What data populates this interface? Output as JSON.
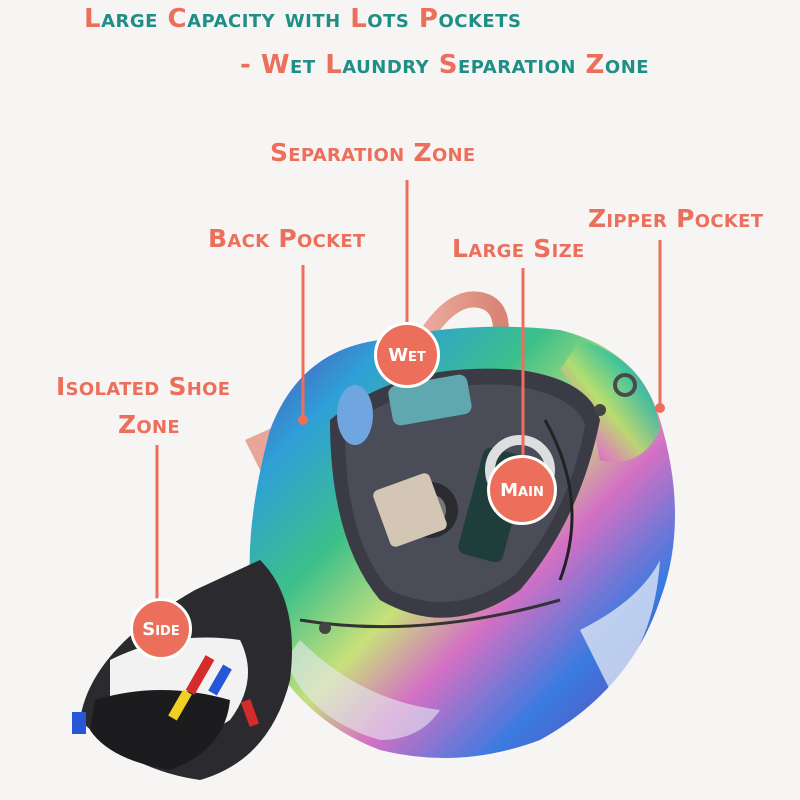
{
  "headline": {
    "line1": "Large Capacity with Lots Pockets",
    "line2": "- Wet Laundry Separation Zone",
    "accent_color": "#ec6f5b",
    "text_color": "#1f8f86"
  },
  "callouts": {
    "separation_zone": "Separation Zone",
    "back_pocket": "Back Pocket",
    "large_size": "Large Size",
    "zipper_pocket": "Zipper Pocket",
    "isolated_shoe_zone_line1": "Isolated Shoe",
    "isolated_shoe_zone_line2": "Zone"
  },
  "markers": {
    "wet": "Wet",
    "main": "Main",
    "side": "Side"
  },
  "photo": {
    "subject": "holographic-duffel-bag-icon"
  }
}
